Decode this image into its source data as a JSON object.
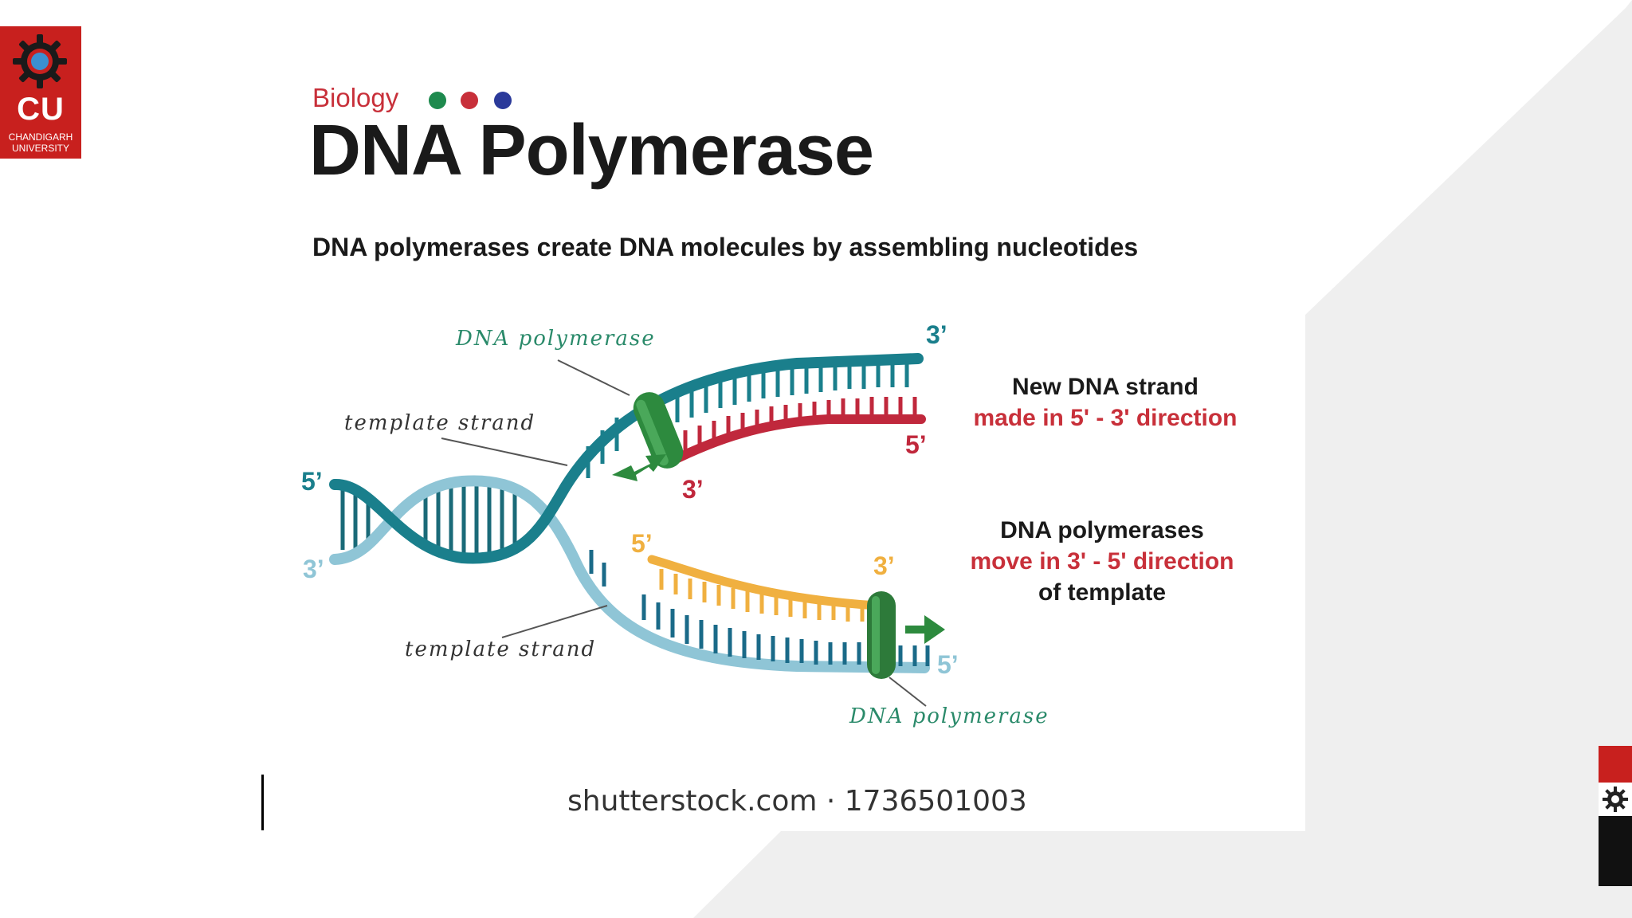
{
  "logo": {
    "abbr": "CU",
    "line1": "CHANDIGARH",
    "line2": "UNIVERSITY"
  },
  "colors": {
    "brand_red": "#c8201e",
    "teal": "#1a7f8c",
    "light_blue": "#8fc5d6",
    "strand_red": "#c0283c",
    "orange": "#f0b040",
    "enzyme_green": "#2d8a3e",
    "label_green": "#2a8a6a"
  },
  "slide": {
    "topic": "Biology",
    "topic_dots": [
      "#1e8a4e",
      "#c8303a",
      "#2b3a9a"
    ],
    "title": "DNA Polymerase",
    "subtitle": "DNA polymerases create DNA molecules by assembling nucleotides",
    "labels": {
      "polymerase_top": "DNA polymerase",
      "template_top": "template strand",
      "template_bottom": "template strand",
      "polymerase_bottom": "DNA polymerase",
      "p5_left": "5’",
      "p3_left": "3’",
      "p3_top_right": "3’",
      "p5_top_right": "5’",
      "p3_top_mid": "3’",
      "p5_orange": "5’",
      "p3_orange": "3’",
      "p5_bottom_right": "5’"
    },
    "note_top": {
      "line1": "New DNA strand",
      "line2": "made in 5' - 3' direction"
    },
    "note_bottom": {
      "line1": "DNA polymerases",
      "line2": "move in 3' - 5' direction",
      "line3": "of template"
    },
    "credit": "shutterstock.com · 1736501003"
  },
  "side_buttons": [
    "gear-icon"
  ]
}
